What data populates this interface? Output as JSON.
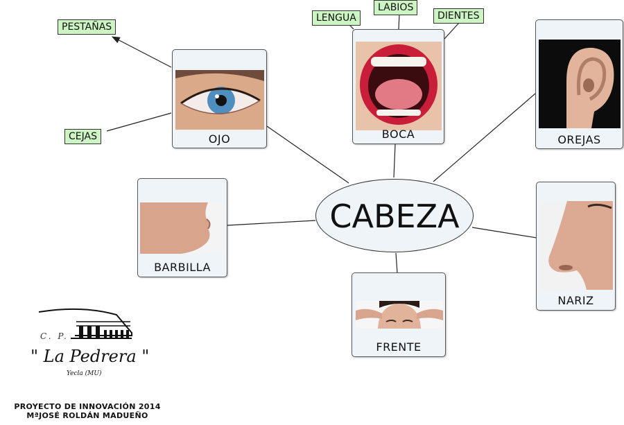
{
  "diagram": {
    "center": "CABEZA",
    "cards": {
      "ojo": "OJO",
      "boca": "BOCA",
      "orejas": "OREJAS",
      "barbilla": "BARBILLA",
      "nariz": "NARIZ",
      "frente": "FRENTE"
    },
    "tags": {
      "pestanas": "PESTAÑAS",
      "cejas": "CEJAS",
      "lengua": "LENGUA",
      "labios": "LABIOS",
      "dientes": "DIENTES"
    }
  },
  "logo": {
    "cp": "C. P.",
    "name": "\" La Pedrera \"",
    "town": "Yecla (MU)"
  },
  "footer": {
    "line1": "PROYECTO DE INNOVACIÓN 2014",
    "line2": "MªJOSÉ ROLDÁN MADUEÑO"
  },
  "colors": {
    "tag_fill": "#cdf5c4",
    "card_fill": "#eef4f7",
    "line": "#222222"
  }
}
